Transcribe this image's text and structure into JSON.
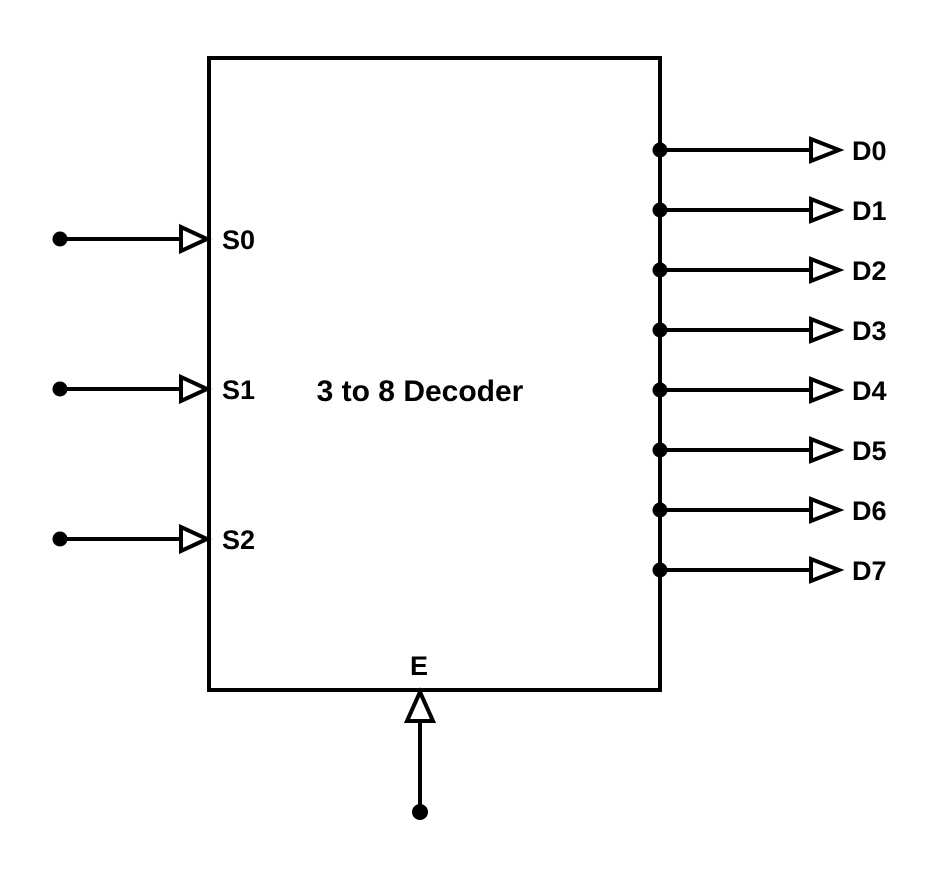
{
  "diagram": {
    "type": "logic-block-diagram",
    "title": "3 to 8 Decoder",
    "colors": {
      "line": "#000000",
      "background": "#ffffff",
      "arrowhead_fill": "#ffffff"
    },
    "inputs": [
      {
        "label": "S0"
      },
      {
        "label": "S1"
      },
      {
        "label": "S2"
      }
    ],
    "outputs": [
      {
        "label": "D0"
      },
      {
        "label": "D1"
      },
      {
        "label": "D2"
      },
      {
        "label": "D3"
      },
      {
        "label": "D4"
      },
      {
        "label": "D5"
      },
      {
        "label": "D6"
      },
      {
        "label": "D7"
      }
    ],
    "enable": {
      "label": "E"
    }
  }
}
